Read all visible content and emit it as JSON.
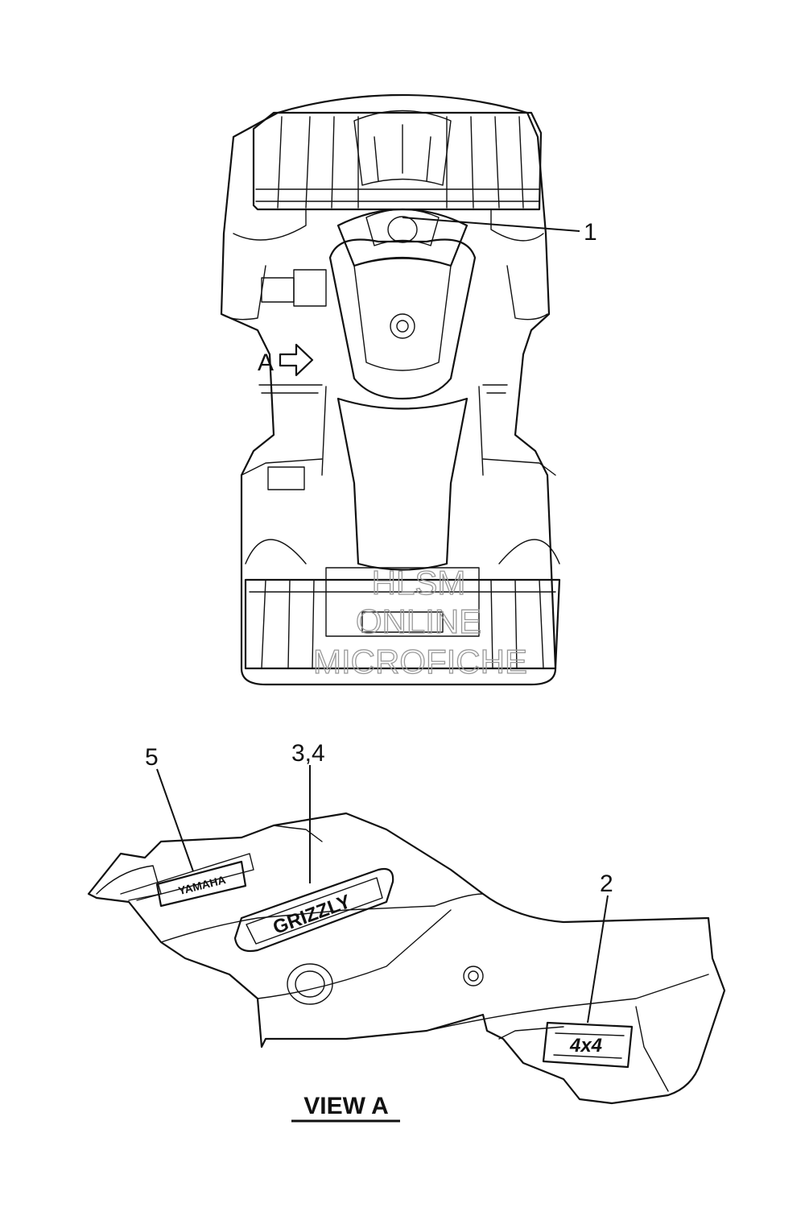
{
  "callouts": {
    "c1": "1",
    "c2": "2",
    "c34": "3,4",
    "c5": "5"
  },
  "view_marker": "A",
  "view_label": "VIEW A",
  "decals": {
    "yamaha": "YAMAHA",
    "grizzly": "GRIZZLY",
    "four_by_four": "4x4"
  },
  "watermark": {
    "line1": "HLSM",
    "line2": "ONLINE",
    "line3": "MICROFICHE"
  }
}
